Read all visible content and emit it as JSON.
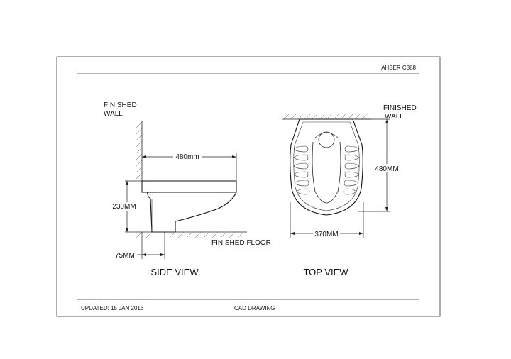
{
  "header": {
    "code": "AHSER  C388"
  },
  "footer": {
    "updated": "UPDATED: 15 JAN 2016",
    "type": "CAD DRAWING"
  },
  "side_view": {
    "wall_label_line1": "FINISHED",
    "wall_label_line2": "WALL",
    "width_dim": "480mm",
    "height_dim": "230MM",
    "foot_dim": "75MM",
    "floor_label": "FINISHED FLOOR",
    "caption": "SIDE VIEW"
  },
  "top_view": {
    "wall_label_line1": "FINISHED",
    "wall_label_line2": "WALL",
    "length_dim": "480MM",
    "width_dim": "370MM",
    "caption": "TOP VIEW"
  }
}
